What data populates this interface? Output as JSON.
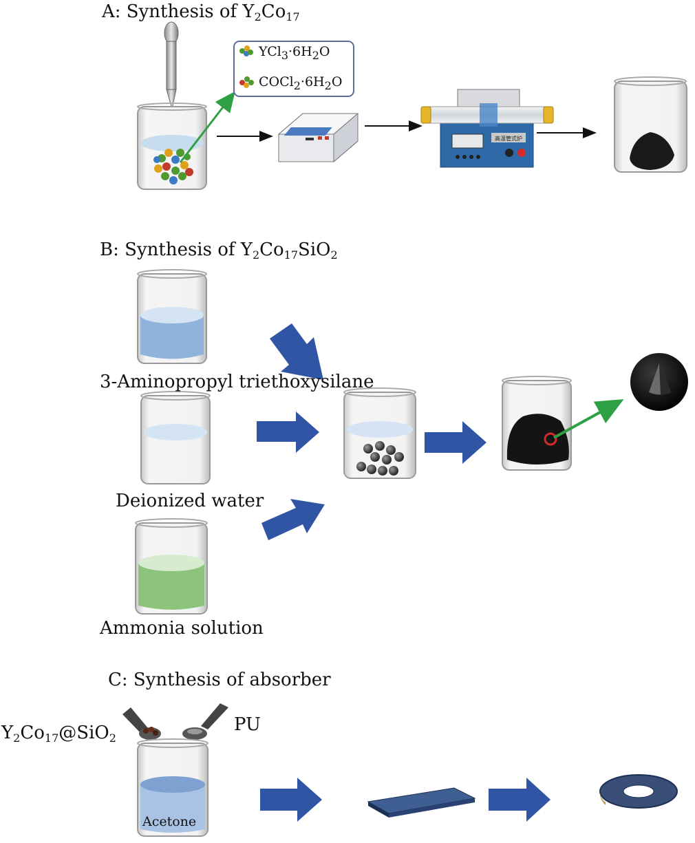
{
  "sectionA": {
    "title_prefix": "A: Synthesis of Y",
    "title_sub1": "2",
    "title_mid": "Co",
    "title_sub2": "17",
    "reagent1": {
      "pre": "YCl",
      "sub1": "3",
      "mid": "·6H",
      "sub2": "2",
      "post": "O"
    },
    "reagent2": {
      "pre": "COCl",
      "sub1": "2",
      "mid": "·6H",
      "sub2": "2",
      "post": "O"
    },
    "furnace_label": "高温管式炉"
  },
  "sectionB": {
    "title_prefix": "B: Synthesis of Y",
    "title_sub1": "2",
    "title_mid": "Co",
    "title_sub2": "17",
    "title_mid2": "SiO",
    "title_sub3": "2",
    "beaker1_label": "3-Aminopropyl triethoxysilane",
    "beaker2_label": "Deionized water",
    "beaker3_label": "Ammonia solution"
  },
  "sectionC": {
    "title": "C: Synthesis of  absorber",
    "spoon1": {
      "pre": "Y",
      "sub1": "2",
      "mid": "Co",
      "sub2": "17",
      "mid2": "@SiO",
      "sub3": "2"
    },
    "spoon2_label": "PU",
    "beaker_label": "Acetone"
  },
  "colors": {
    "arrow_blue": "#2f55a4",
    "arrow_green": "#2ea043",
    "liquid_blue": "#8fb3db",
    "liquid_light": "#d4e4f2",
    "liquid_green": "#8dc47c",
    "powder_black": "#1a1a1a"
  }
}
